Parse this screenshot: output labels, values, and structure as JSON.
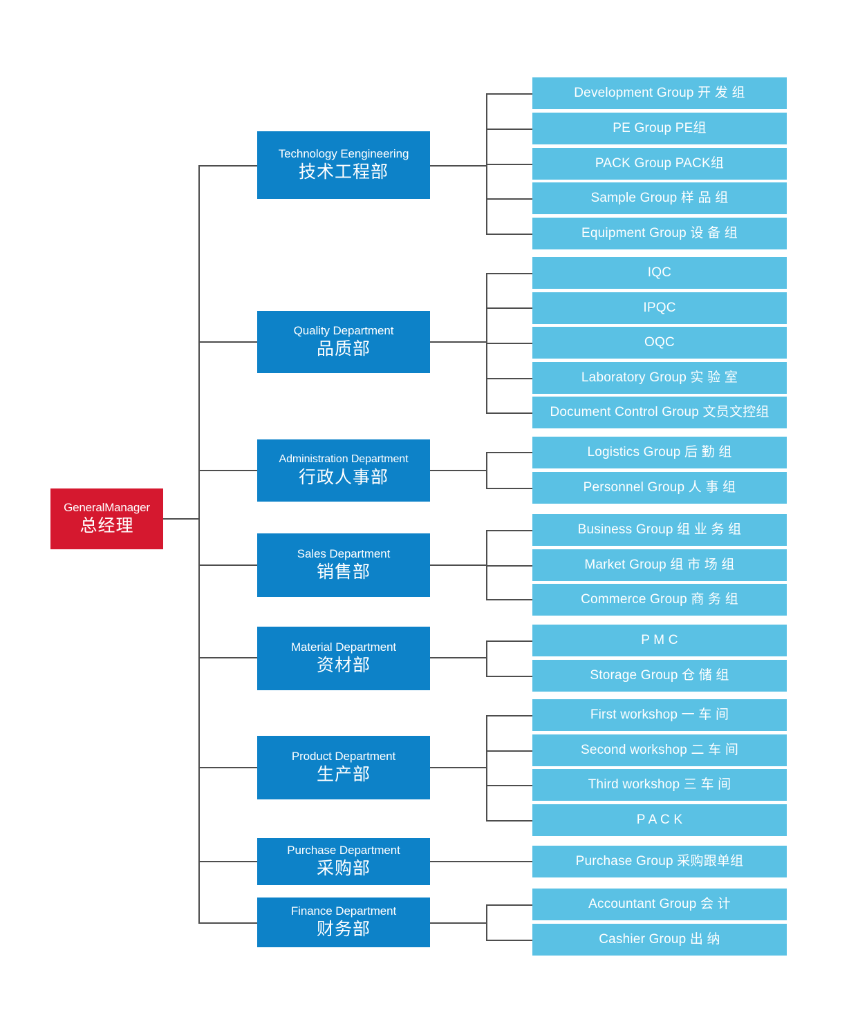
{
  "chart_data": {
    "type": "diagram",
    "title": "Company Organization Chart",
    "colors": {
      "root": "#d5182f",
      "department": "#0d82c8",
      "group": "#5ac1e4",
      "connector": "#4d4d4d",
      "text": "#ffffff",
      "background": "#ffffff"
    }
  },
  "root": {
    "en": "GeneralManager",
    "cn": "总经理"
  },
  "departments": [
    {
      "en": "Technology Eengineering",
      "cn": "技术工程部",
      "groups": [
        {
          "en": "Development Group  开 发 组"
        },
        {
          "en": "PE  Group  PE组"
        },
        {
          "en": "PACK Group  PACK组"
        },
        {
          "en": "Sample Group  样 品 组"
        },
        {
          "en": "Equipment Group  设 备 组"
        }
      ]
    },
    {
      "en": "Quality Department",
      "cn": "品质部",
      "groups": [
        {
          "en": "IQC"
        },
        {
          "en": "IPQC"
        },
        {
          "en": "OQC"
        },
        {
          "en": "Laboratory Group  实 验 室"
        },
        {
          "en": "Document Control Group  文员文控组"
        }
      ]
    },
    {
      "en": "Administration Department",
      "cn": "行政人事部",
      "groups": [
        {
          "en": "Logistics Group  后 勤 组"
        },
        {
          "en": "Personnel Group  人 事 组"
        }
      ]
    },
    {
      "en": "Sales Department",
      "cn": "销售部",
      "groups": [
        {
          "en": "Business Group  组 业 务 组"
        },
        {
          "en": "Market Group  组 市 场 组"
        },
        {
          "en": "Commerce Group  商 务 组"
        }
      ]
    },
    {
      "en": "Material Department",
      "cn": "资材部",
      "groups": [
        {
          "en": "P M C"
        },
        {
          "en": "Storage Group  仓 储 组"
        }
      ]
    },
    {
      "en": "Product Department",
      "cn": "生产部",
      "groups": [
        {
          "en": "First workshop  一 车 间"
        },
        {
          "en": "Second workshop  二 车 间"
        },
        {
          "en": "Third workshop  三 车 间"
        },
        {
          "en": "P A C K"
        }
      ]
    },
    {
      "en": "Purchase Department",
      "cn": "采购部",
      "groups": [
        {
          "en": "Purchase Group  采购跟单组"
        }
      ]
    },
    {
      "en": "Finance Department",
      "cn": "财务部",
      "groups": [
        {
          "en": "Accountant Group  会  计"
        },
        {
          "en": "Cashier Group  出  纳"
        }
      ]
    }
  ]
}
